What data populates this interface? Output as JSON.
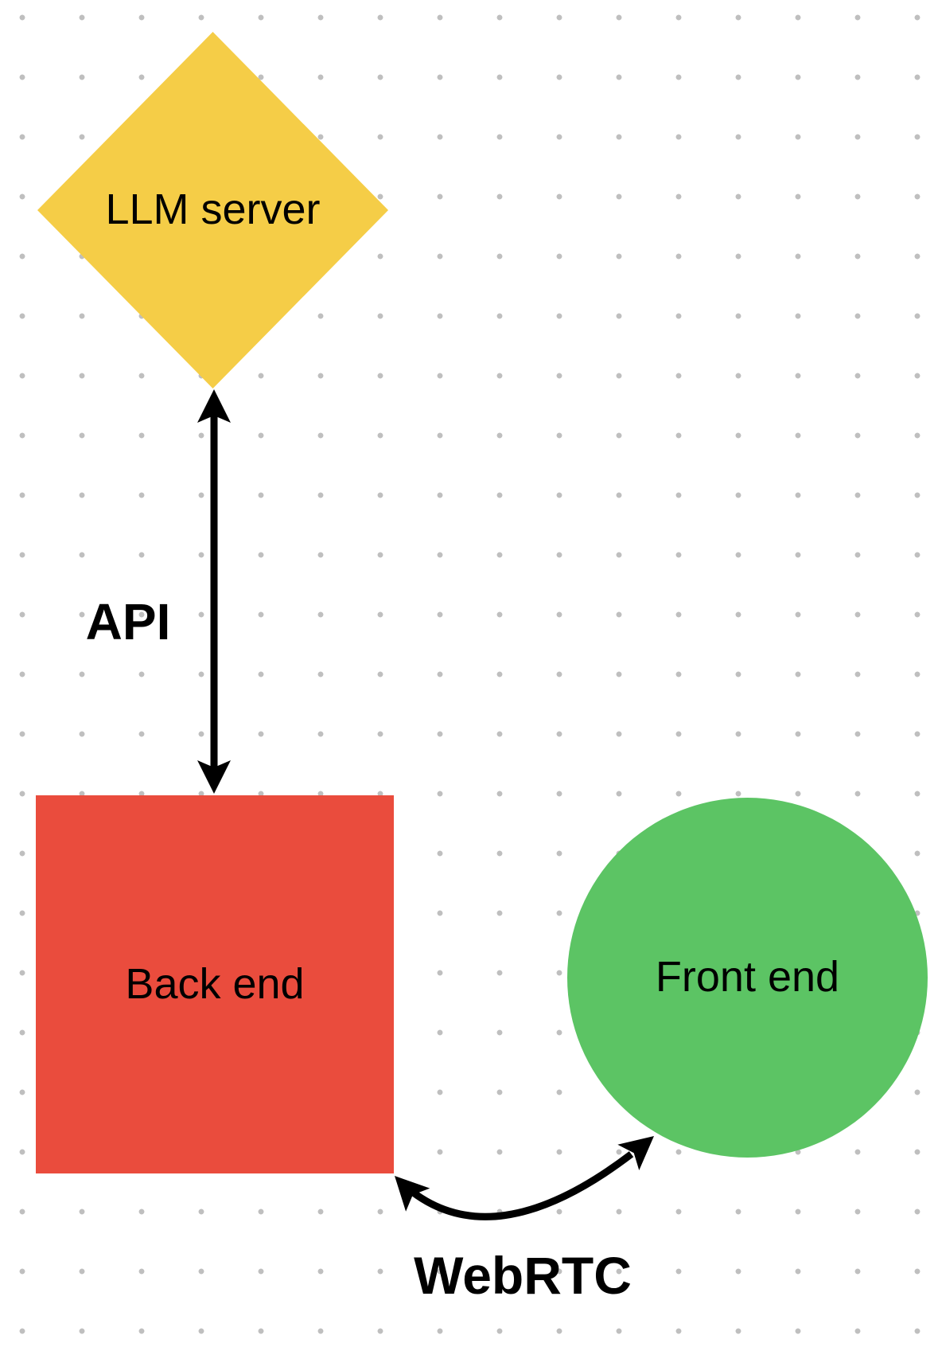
{
  "canvas": {
    "background_color": "#FFFFFF",
    "dot_grid_color": "#BFBFBF"
  },
  "nodes": {
    "llm_server": {
      "label": "LLM server",
      "shape": "diamond",
      "fill": "#F5CD47",
      "text_color": "#000000"
    },
    "back_end": {
      "label": "Back end",
      "shape": "square",
      "fill": "#EA4C3D",
      "text_color": "#000000"
    },
    "front_end": {
      "label": "Front end",
      "shape": "circle",
      "fill": "#5CC464",
      "text_color": "#000000"
    }
  },
  "connectors": {
    "api": {
      "label": "API",
      "from": "llm_server",
      "to": "back_end",
      "style": "straight-double-arrow",
      "color": "#000000"
    },
    "webrtc": {
      "label": "WebRTC",
      "from": "back_end",
      "to": "front_end",
      "style": "curved-double-arrow",
      "color": "#000000"
    }
  }
}
